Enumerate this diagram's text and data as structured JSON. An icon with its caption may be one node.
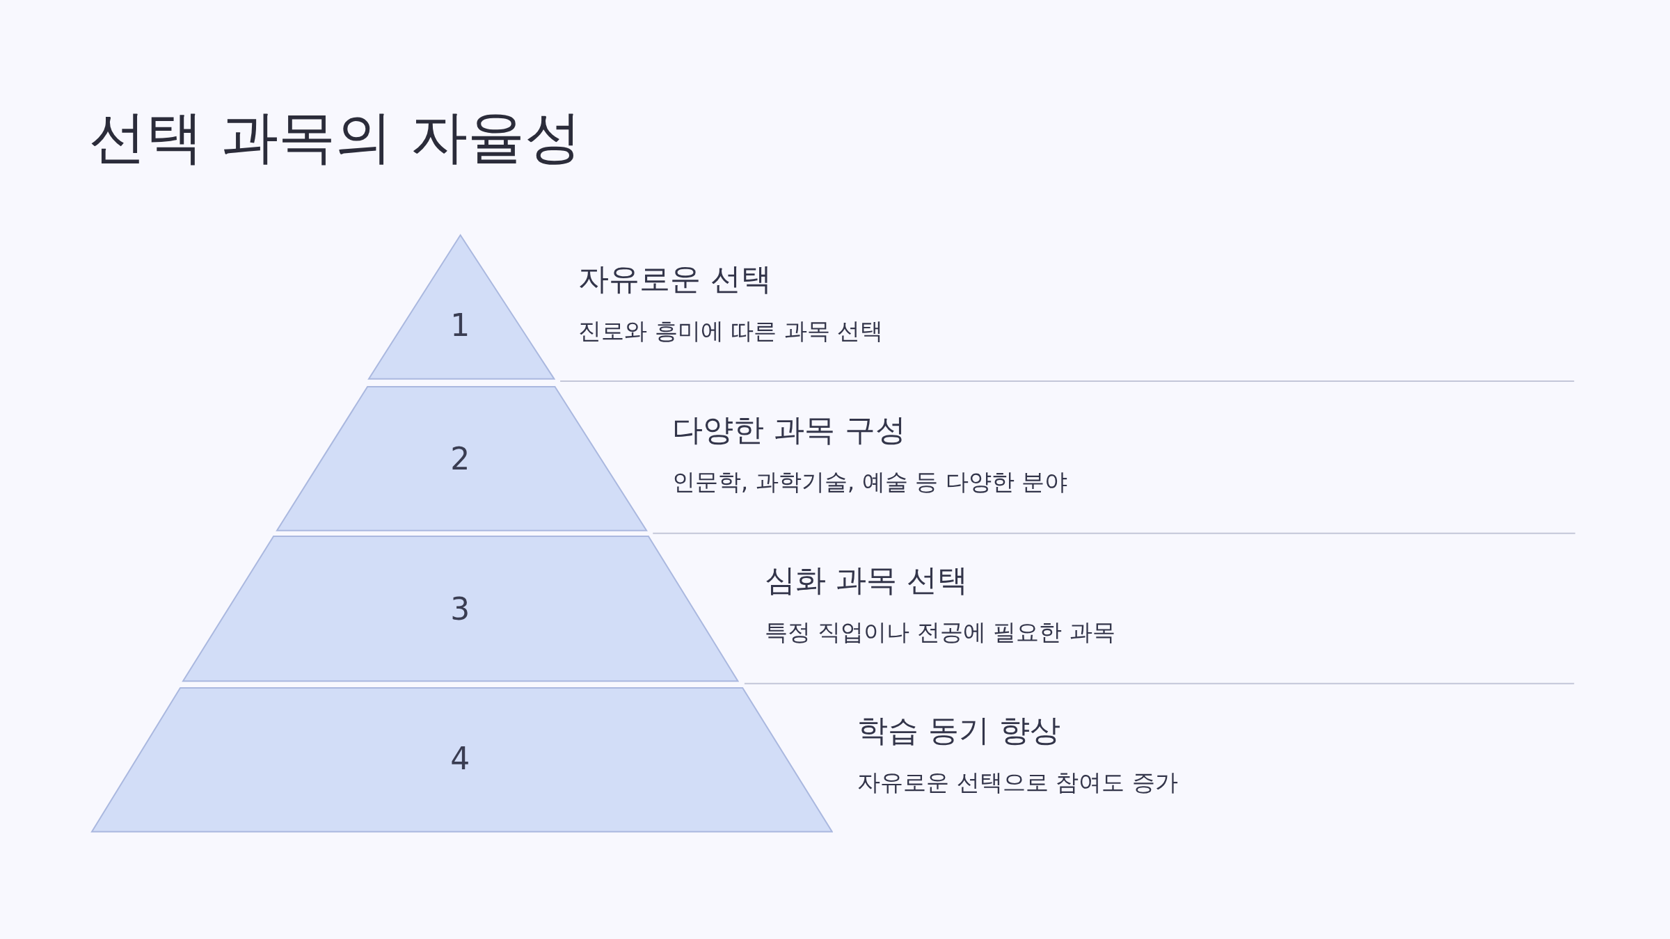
{
  "diagram": {
    "title": "선택 과목의 자율성",
    "nodes": [
      {
        "text": [
          "1"
        ],
        "beside": [
          "자유로운 선택",
          "진로와 흥미에 따른 과목 선택"
        ]
      },
      {
        "text": [
          "2"
        ],
        "beside": [
          "다양한 과목 구성",
          "인문학, 과학기술, 예술 등 다양한 분야"
        ]
      },
      {
        "text": [
          "3"
        ],
        "beside": [
          "심화 과목 선택",
          "특정 직업이나 전공에 필요한 과목"
        ]
      },
      {
        "text": [
          "4"
        ],
        "beside": [
          "학습 동기 향상",
          "자유로운 선택으로 참여도 증가"
        ]
      }
    ]
  }
}
